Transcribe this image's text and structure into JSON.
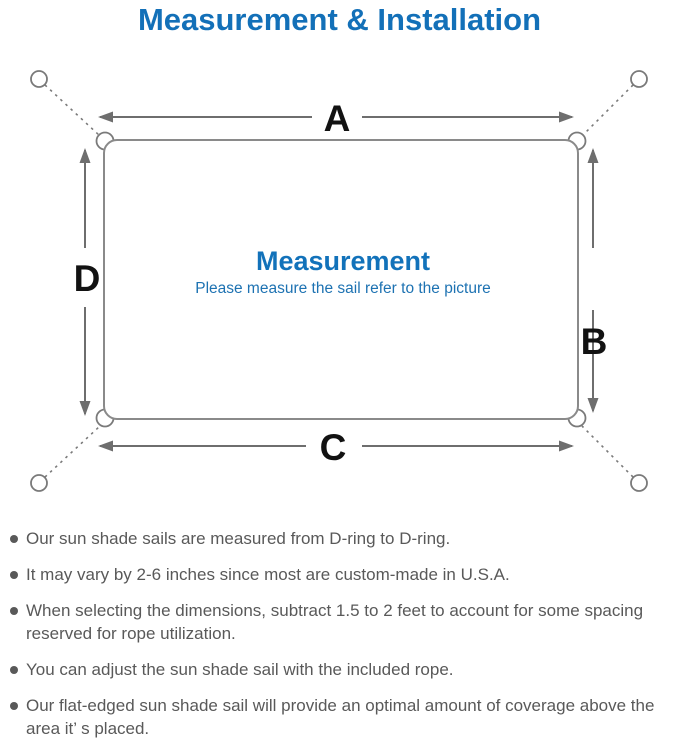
{
  "title": "Measurement & Installation",
  "colors": {
    "accent_blue": "#1370b8",
    "diagram_line_gray": "#7a7a7a",
    "label_black": "#121212",
    "note_text_gray": "#595959",
    "background": "#ffffff"
  },
  "diagram": {
    "center_title": "Measurement",
    "center_subtitle": "Please measure the sail refer to the picture",
    "dimension_labels": {
      "top": "A",
      "right": "B",
      "bottom": "C",
      "left": "D"
    }
  },
  "notes": [
    "Our sun shade sails are measured from D-ring to D-ring.",
    "It may vary by 2-6 inches since most are custom-made in U.S.A.",
    "When selecting the dimensions, subtract 1.5 to 2 feet to account for some spacing reserved for rope utilization.",
    "You can adjust the sun shade sail with the included rope.",
    "Our flat-edged sun shade sail will provide an optimal amount of coverage above the area it’ s placed."
  ]
}
